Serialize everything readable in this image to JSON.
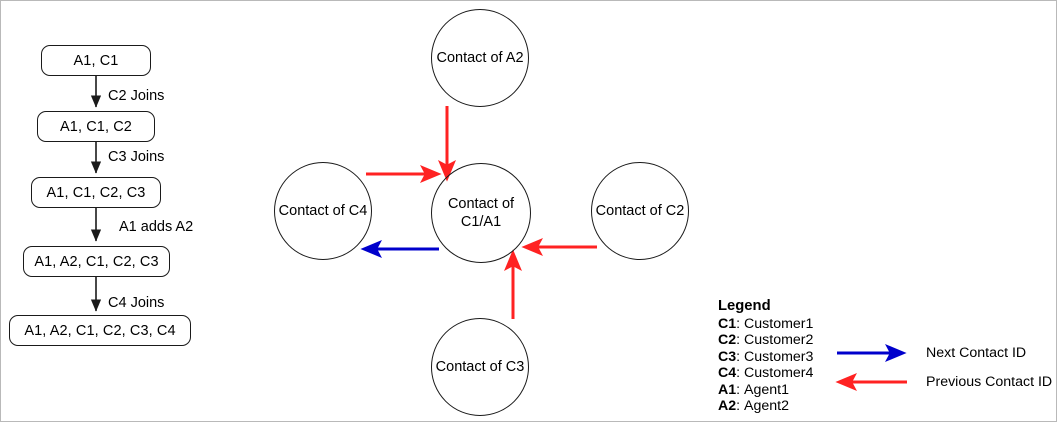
{
  "colors": {
    "next_contact": "#0000cc",
    "previous_contact": "#ff2222",
    "stroke": "#1a1a1a",
    "background": "#ffffff"
  },
  "flow": {
    "states": [
      {
        "label": "A1, C1"
      },
      {
        "label": "A1, C1, C2"
      },
      {
        "label": "A1, C1, C2, C3"
      },
      {
        "label": "A1, A2, C1, C2, C3"
      },
      {
        "label": "A1, A2, C1, C2, C3, C4"
      }
    ],
    "transitions": [
      {
        "label": "C2 Joins"
      },
      {
        "label": "C3 Joins"
      },
      {
        "label": "A1 adds A2"
      },
      {
        "label": "C4 Joins"
      }
    ]
  },
  "graph": {
    "nodes": [
      {
        "id": "a2",
        "line1": "Contact of A2",
        "line2": ""
      },
      {
        "id": "c4",
        "line1": "Contact of C4",
        "line2": ""
      },
      {
        "id": "center",
        "line1": "Contact of",
        "line2": "C1/A1"
      },
      {
        "id": "c2",
        "line1": "Contact of C2",
        "line2": ""
      },
      {
        "id": "c3",
        "line1": "Contact of C3",
        "line2": ""
      }
    ]
  },
  "legend": {
    "title": "Legend",
    "entries": [
      {
        "key": "C1",
        "value": "Customer1"
      },
      {
        "key": "C2",
        "value": "Customer2"
      },
      {
        "key": "C3",
        "value": "Customer3"
      },
      {
        "key": "C4",
        "value": "Customer4"
      },
      {
        "key": "A1",
        "value": "Agent1"
      },
      {
        "key": "A2",
        "value": "Agent2"
      }
    ],
    "arrows": [
      {
        "label": "Next Contact ID",
        "color": "#0000cc"
      },
      {
        "label": "Previous Contact ID",
        "color": "#ff2222"
      }
    ]
  }
}
